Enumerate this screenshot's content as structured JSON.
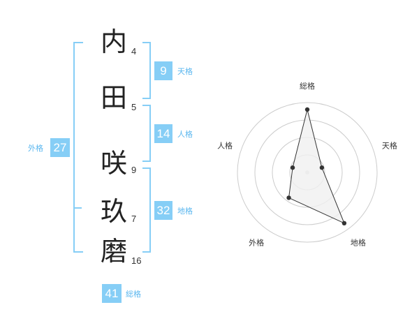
{
  "name": {
    "characters": [
      {
        "char": "内",
        "strokes": "4"
      },
      {
        "char": "田",
        "strokes": "5"
      },
      {
        "char": "咲",
        "strokes": "9"
      },
      {
        "char": "玖",
        "strokes": "7"
      },
      {
        "char": "磨",
        "strokes": "16"
      }
    ]
  },
  "fortunes": {
    "tenkaku": {
      "value": "9",
      "label": "天格"
    },
    "jinkaku": {
      "value": "14",
      "label": "人格"
    },
    "chikaku": {
      "value": "32",
      "label": "地格"
    },
    "gaikaku": {
      "value": "27",
      "label": "外格"
    },
    "soukaku": {
      "value": "41",
      "label": "総格"
    }
  },
  "radar": {
    "axes": [
      "総格",
      "天格",
      "地格",
      "外格",
      "人格"
    ],
    "values": [
      0.9,
      0.22,
      0.9,
      0.45,
      0.22
    ],
    "colors": {
      "ring": "#cccccc",
      "fill": "#f0f0f0",
      "line": "#333333",
      "point": "#333333"
    }
  },
  "colors": {
    "accent": "#86cef6",
    "accent_text": "#5bb7ef"
  }
}
